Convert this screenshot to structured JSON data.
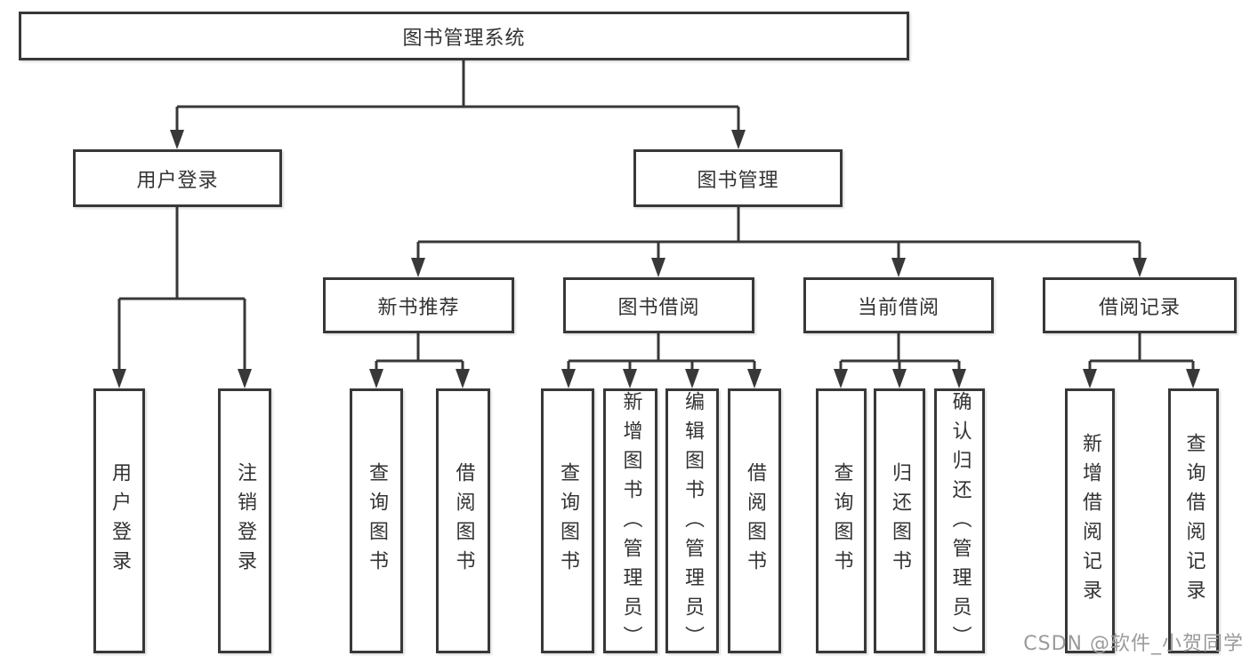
{
  "diagram": {
    "root": {
      "label": "图书管理系统"
    },
    "branches": [
      {
        "label": "用户登录",
        "children": [
          {
            "label": "用户登录"
          },
          {
            "label": "注销登录"
          }
        ]
      },
      {
        "label": "图书管理",
        "children": [
          {
            "label": "新书推荐",
            "children": [
              {
                "label": "查询图书"
              },
              {
                "label": "借阅图书"
              }
            ]
          },
          {
            "label": "图书借阅",
            "children": [
              {
                "label": "查询图书"
              },
              {
                "label": "新增图书（管理员）"
              },
              {
                "label": "编辑图书（管理员）"
              },
              {
                "label": "借阅图书"
              }
            ]
          },
          {
            "label": "当前借阅",
            "children": [
              {
                "label": "查询图书"
              },
              {
                "label": "归还图书"
              },
              {
                "label": "确认归还（管理员）"
              }
            ]
          },
          {
            "label": "借阅记录",
            "children": [
              {
                "label": "新增借阅记录"
              },
              {
                "label": "查询借阅记录"
              }
            ]
          }
        ]
      }
    ]
  },
  "watermark": {
    "text": "CSDN @软件_小贺同学"
  },
  "colors": {
    "line": "#383838",
    "text": "#333333",
    "box_background": "#ffffff",
    "page_background": "#ffffff",
    "watermark": "#9a9a9a"
  }
}
